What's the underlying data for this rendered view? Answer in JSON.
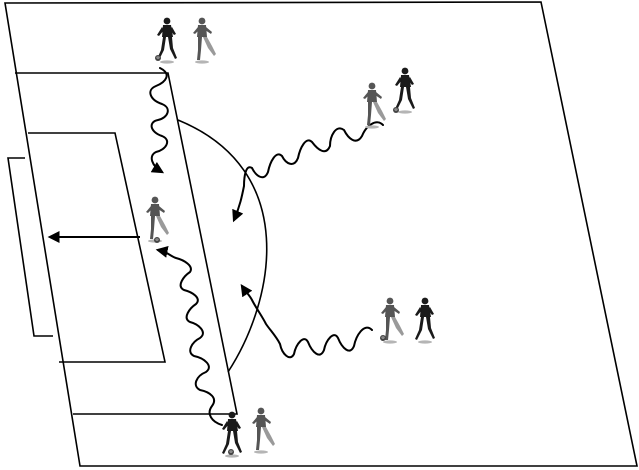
{
  "diagram": {
    "field_outline_color": "#000000",
    "background_color": "#ffffff",
    "icons": {
      "field": "pitch-outline",
      "penalty_area": "penalty-box",
      "goal_area": "six-yard-box",
      "goal": "goal-frame",
      "arc": "penalty-arc",
      "dribble_path": "wavy-arrow",
      "pass_arrow": "straight-arrow",
      "player": "soccer-player-silhouette",
      "ball": "soccer-ball"
    },
    "groups": [
      {
        "id": "top-left",
        "players": 2
      },
      {
        "id": "top-right",
        "players": 2
      },
      {
        "id": "middle-right",
        "players": 2
      },
      {
        "id": "bottom",
        "players": 2
      },
      {
        "id": "near-goal",
        "players": 1
      }
    ]
  }
}
